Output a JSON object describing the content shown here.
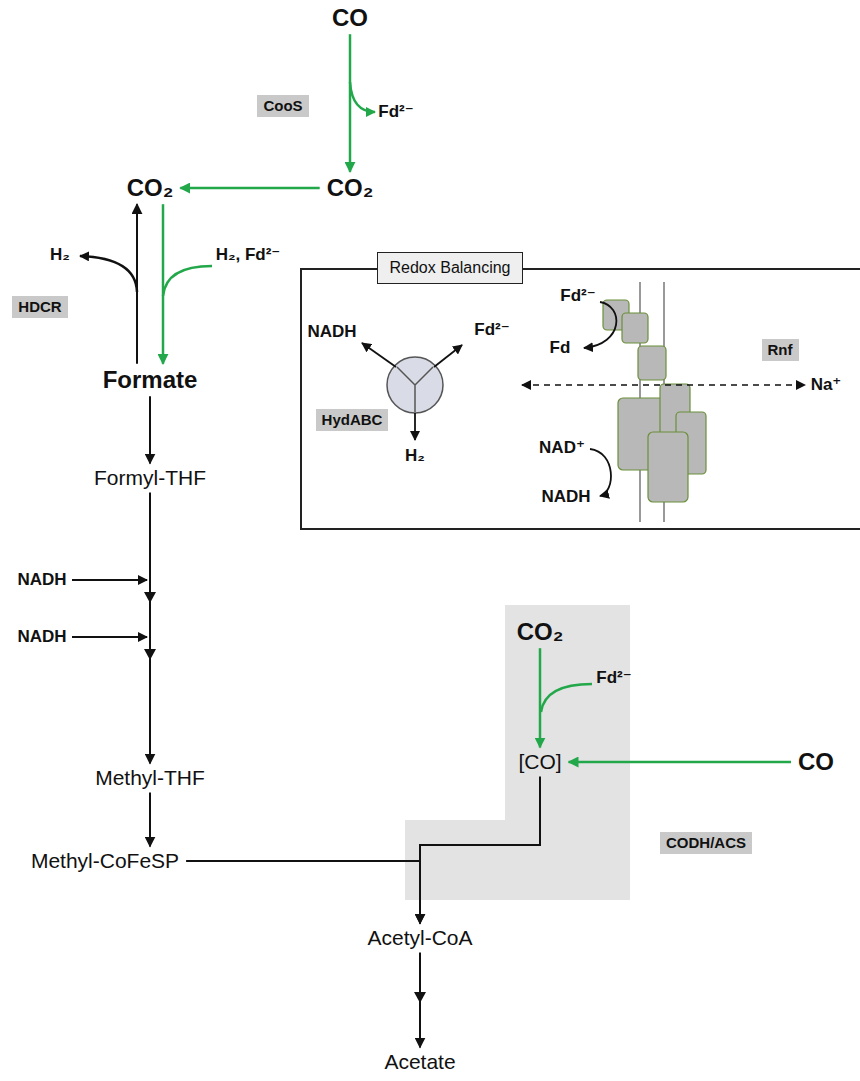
{
  "diagram": {
    "nodes": [
      {
        "text": [
          "CO"
        ]
      },
      {
        "text": [
          "CooS"
        ]
      },
      {
        "text": [
          "CO₂"
        ]
      },
      {
        "text": [
          "CO₂"
        ]
      },
      {
        "text": [
          "HDCR"
        ]
      },
      {
        "text": [
          "Redox Balancing"
        ]
      },
      {
        "text": [
          "HydABC"
        ],
        "in": 5
      },
      {
        "text": [
          "Rnf"
        ],
        "in": 5
      },
      {
        "text": [
          "Formate"
        ]
      },
      {
        "text": [
          "Formyl-THF"
        ]
      },
      {
        "text": [
          "Methyl-THF"
        ]
      },
      {
        "text": [
          "CO₂"
        ]
      },
      {
        "text": [
          "[CO]"
        ]
      },
      {
        "text": [
          "CO"
        ]
      },
      {
        "text": [
          "Methyl-CoFeSP"
        ]
      },
      {
        "text": [
          "CODH/ACS"
        ]
      },
      {
        "text": [
          "Acetyl-CoA"
        ]
      },
      {
        "text": [
          "Acetate"
        ]
      }
    ],
    "edges": [
      {
        "from": 0,
        "to": 2,
        "arrow": "to"
      },
      {
        "from": 2,
        "to": 3,
        "arrow": "to"
      },
      {
        "from": 3,
        "to": 8,
        "arrow": "to"
      },
      {
        "from": 8,
        "to": 3,
        "arrow": "to"
      },
      {
        "from": 8,
        "to": 9,
        "arrow": "to"
      },
      {
        "from": 9,
        "to": 10,
        "arrow": "to"
      },
      {
        "from": 10,
        "to": 14,
        "arrow": "to"
      },
      {
        "from": 14,
        "to": 16,
        "arrow": "to"
      },
      {
        "from": 12,
        "to": 16,
        "arrow": "to"
      },
      {
        "from": 11,
        "to": 12,
        "arrow": "to"
      },
      {
        "from": 13,
        "to": 12,
        "arrow": "to"
      },
      {
        "from": 16,
        "to": 17,
        "arrow": "to"
      }
    ],
    "labels": [
      "Fd²⁻",
      "H₂",
      "H₂, Fd²⁻",
      "Fd²⁻",
      "NADH",
      "Fd²⁻",
      "Fd",
      "Na⁺",
      "H₂",
      "NAD⁺",
      "NADH",
      "NADH",
      "NADH",
      "Fd²⁻"
    ]
  }
}
